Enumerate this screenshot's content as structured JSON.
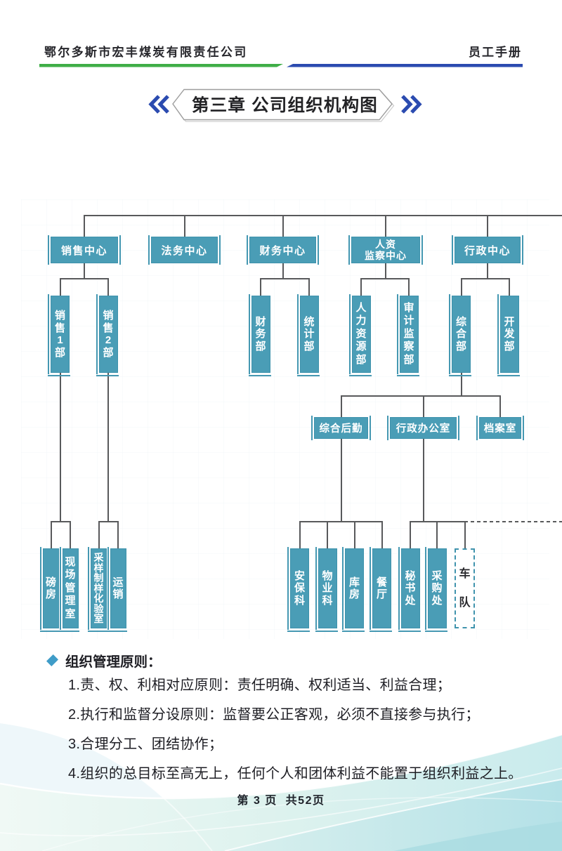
{
  "header": {
    "company": "鄂尔多斯市宏丰煤炭有限责任公司",
    "handbook": "员工手册"
  },
  "title": {
    "text": "第三章 公司组织机构图"
  },
  "chart": {
    "nodes": [
      {
        "label": "销售中心"
      },
      {
        "label": "法务中心"
      },
      {
        "label": "财务中心"
      },
      {
        "label_line1": "人资",
        "label_line2": "监察中心"
      },
      {
        "label": "行政中心"
      },
      {
        "label": "销售1部"
      },
      {
        "label": "销售2部"
      },
      {
        "label": "财务部"
      },
      {
        "label": "统计部"
      },
      {
        "label": "人力资源部"
      },
      {
        "label": "审计监察部"
      },
      {
        "label": "综合部"
      },
      {
        "label": "开发部"
      },
      {
        "label": "综合后勤"
      },
      {
        "label": "行政办公室"
      },
      {
        "label": "档案室"
      },
      {
        "label": "磅房"
      },
      {
        "label": "现场管理室"
      },
      {
        "label": "采样制样化验室"
      },
      {
        "label": "运销"
      },
      {
        "label": "安保科"
      },
      {
        "label": "物业科"
      },
      {
        "label": "库房"
      },
      {
        "label": "餐厅"
      },
      {
        "label": "秘书处"
      },
      {
        "label": "采购处"
      },
      {
        "label": "车队"
      }
    ]
  },
  "principles": {
    "heading": "组织管理原则：",
    "items": [
      "1.责、权、利相对应原则：责任明确、权利适当、利益合理；",
      "2.执行和监督分设原则：监督要公正客观，必须不直接参与执行；",
      "3.合理分工、团结协作；",
      "4.组织的总目标至高无上，任何个人和团体利益不能置于组织利益之上。"
    ]
  },
  "footer": {
    "page_info": "第 3 页  共52页"
  },
  "colors": {
    "box_fill": "#4A9DB6",
    "box_border": "#3E92AC",
    "connector": "#58595B",
    "header_green": "#3FAE47",
    "header_blue": "#2B4BB0",
    "chevron_blue": "#2B4BB0"
  }
}
